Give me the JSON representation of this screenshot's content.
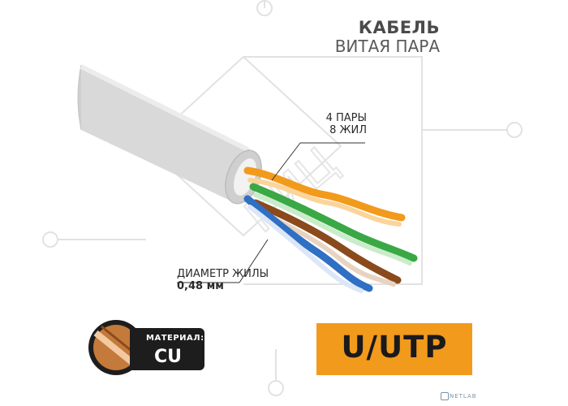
{
  "title": {
    "main": "КАБЕЛЬ",
    "sub": "ВИТАЯ ПАРА"
  },
  "labels": {
    "pairs_line1": "4 ПАРЫ",
    "pairs_line2": "8 ЖИЛ",
    "diameter_label": "ДИАМЕТР ЖИЛЫ",
    "diameter_value": "0,48 мм"
  },
  "material": {
    "label": "МАТЕРИАЛ:",
    "value": "CU"
  },
  "shielding": {
    "label": "U/UTP"
  },
  "watermark": "КИЦ",
  "brand": "NETLAB",
  "colors": {
    "jacket": "#d9d9d9",
    "orange": "#f29a1c",
    "green": "#3aa845",
    "blue": "#2f6fc4",
    "brown": "#8a4a1c",
    "badge": "#1d1d1d"
  }
}
